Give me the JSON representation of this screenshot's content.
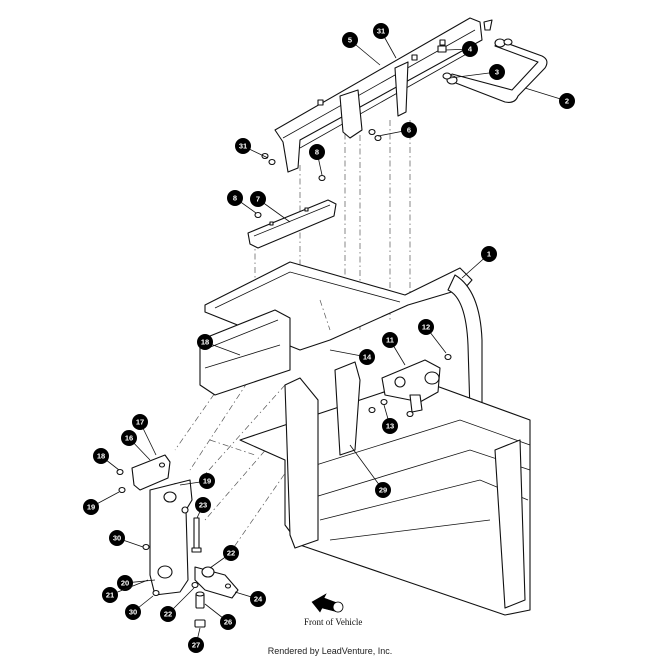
{
  "footer": {
    "credit": "Rendered by LeadVenture, Inc."
  },
  "direction": {
    "label": "Front of Vehicle"
  },
  "callouts": [
    {
      "id": "c31a",
      "label": "31"
    },
    {
      "id": "c5",
      "label": "5"
    },
    {
      "id": "c4",
      "label": "4"
    },
    {
      "id": "c3",
      "label": "3"
    },
    {
      "id": "c2",
      "label": "2"
    },
    {
      "id": "c6",
      "label": "6"
    },
    {
      "id": "c31b",
      "label": "31"
    },
    {
      "id": "c8a",
      "label": "8"
    },
    {
      "id": "c8b",
      "label": "8"
    },
    {
      "id": "c7",
      "label": "7"
    },
    {
      "id": "c1",
      "label": "1"
    },
    {
      "id": "c11",
      "label": "11"
    },
    {
      "id": "c12",
      "label": "12"
    },
    {
      "id": "c18a",
      "label": "18"
    },
    {
      "id": "c14",
      "label": "14"
    },
    {
      "id": "c13",
      "label": "13"
    },
    {
      "id": "c17",
      "label": "17"
    },
    {
      "id": "c16",
      "label": "16"
    },
    {
      "id": "c18b",
      "label": "18"
    },
    {
      "id": "c19a",
      "label": "19"
    },
    {
      "id": "c19b",
      "label": "19"
    },
    {
      "id": "c29",
      "label": "29"
    },
    {
      "id": "c23",
      "label": "23"
    },
    {
      "id": "c30a",
      "label": "30"
    },
    {
      "id": "c22a",
      "label": "22"
    },
    {
      "id": "c20",
      "label": "20"
    },
    {
      "id": "c21",
      "label": "21"
    },
    {
      "id": "c30b",
      "label": "30"
    },
    {
      "id": "c24",
      "label": "24"
    },
    {
      "id": "c22b",
      "label": "22"
    },
    {
      "id": "c26",
      "label": "26"
    },
    {
      "id": "c27",
      "label": "27"
    }
  ]
}
